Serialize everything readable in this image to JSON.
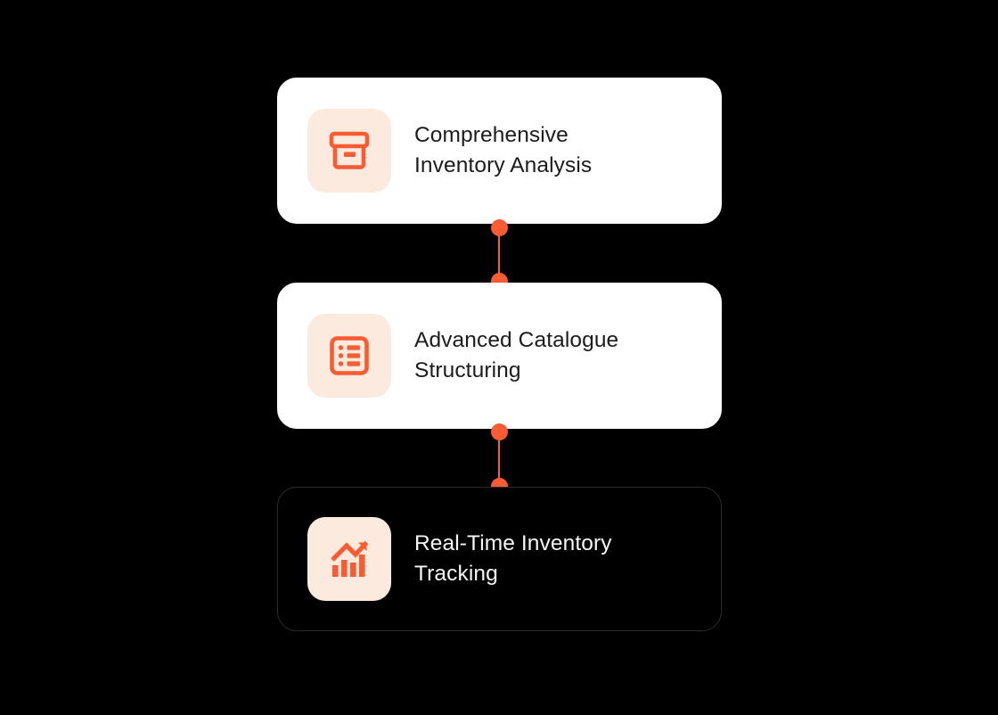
{
  "theme": {
    "background": "#000000",
    "accent": "#F95B32",
    "icon_tile_bg": "#FCEADF",
    "light_card_bg": "#FFFFFF",
    "dark_card_bg": "#000000",
    "dark_card_border": "#2C2C2C",
    "light_text": "#1C1C1C",
    "dark_card_text": "#F7F7F7"
  },
  "flow": {
    "steps": [
      {
        "id": "step-1",
        "label": "Comprehensive\nInventory Analysis",
        "icon": "archive-box-icon",
        "variant": "light"
      },
      {
        "id": "step-2",
        "label": "Advanced Catalogue\nStructuring",
        "icon": "list-checklist-icon",
        "variant": "light"
      },
      {
        "id": "step-3",
        "label": "Real-Time Inventory\nTracking",
        "icon": "bar-chart-trend-icon",
        "variant": "dark"
      }
    ],
    "connectors": [
      {
        "id": "connector-1",
        "from": "step-1",
        "to": "step-2"
      },
      {
        "id": "connector-2",
        "from": "step-2",
        "to": "step-3"
      }
    ]
  }
}
